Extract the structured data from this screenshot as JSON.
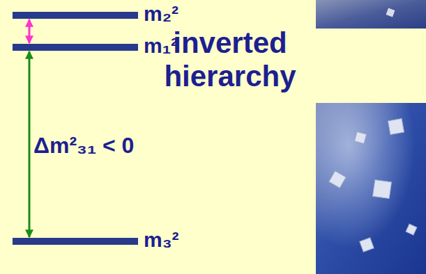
{
  "diagram": {
    "nodes": [
      {
        "text": [
          "m₂²"
        ]
      },
      {
        "text": [
          "m₁²"
        ]
      },
      {
        "text": [
          "m₃²"
        ]
      }
    ],
    "edges": [
      {
        "from": 0,
        "to": 1,
        "arrow": "both"
      },
      {
        "from": 1,
        "to": 2,
        "label": "Δm²₃₁ < 0",
        "arrow": "both"
      }
    ],
    "labels": [
      "inverted hierarchy"
    ]
  }
}
